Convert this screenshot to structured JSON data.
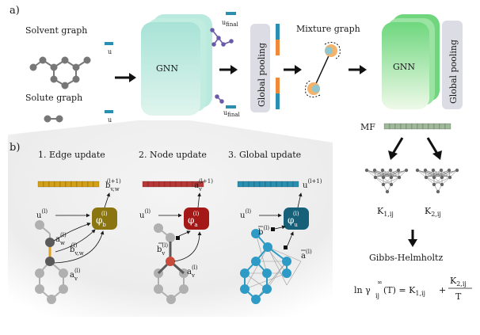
{
  "panel_a": {
    "label": "a)",
    "solvent_graph": "Solvent graph",
    "solute_graph": "Solute graph",
    "u": "u",
    "gnn": "GNN",
    "u_final": "u",
    "u_final_sub": "final",
    "global_pooling": "Global pooling",
    "mixture_graph": "Mixture graph",
    "gnn2": "GNN",
    "global_pooling2": "Global pooling",
    "mf": "MF",
    "k1": "K",
    "k1_sub": "1,ij",
    "k2": "K",
    "k2_sub": "2,ij",
    "gibbs_helmholtz": "Gibbs-Helmholtz",
    "eq_ln": "ln γ",
    "eq_gamma_sup": "∞",
    "eq_gamma_sub": "ij",
    "eq_mid": "(T) = K",
    "eq_k1_sub": "1,ij",
    "eq_plus": "+",
    "eq_k2": "K",
    "eq_k2_sub": "2,ij",
    "eq_T": "T"
  },
  "panel_b": {
    "label": "b)",
    "edge_title": "1. Edge update",
    "node_title": "2. Node update",
    "global_title": "3. Global update",
    "edge_out": "b",
    "edge_out_sub": "v,w",
    "edge_out_sup": "(l+1)",
    "node_out": "a",
    "node_out_sub": "v",
    "node_out_sup": "(l+1)",
    "global_out": "u",
    "global_out_sup": "(l+1)",
    "u_l": "u",
    "sup_l": "(l)",
    "a_w": "a",
    "a_w_sub": "w",
    "b_vw": "b",
    "b_vw_sub": "v,w",
    "a_v": "a",
    "a_v_sub": "v",
    "b_bar_v": "b",
    "b_bar_v_sub": "v",
    "a_v2": "a",
    "a_v2_sub": "v",
    "b_bar": "b",
    "a_bar": "a",
    "phi": "φ",
    "phi_b_sub": "b",
    "phi_a_sub": "a",
    "phi_u_sub": "u"
  },
  "colors": {
    "edge_bar": "#d4a017",
    "node_bar": "#b83838",
    "global_bar": "#2a8fb0",
    "phi_edge": "#8a7510",
    "phi_node": "#a51818",
    "phi_global": "#16607a",
    "gnn_teal": "#7fd6c2",
    "gnn2_green": "#7fdc8f",
    "pooling_gray": "#dcdce4",
    "mf_green": "#9fb89a",
    "node_gray": "#8c8c8c",
    "node_blue": "#2e9bc6"
  },
  "icons": [
    "right-arrow-icon",
    "down-arrow-icon",
    "tree-network-icon"
  ]
}
